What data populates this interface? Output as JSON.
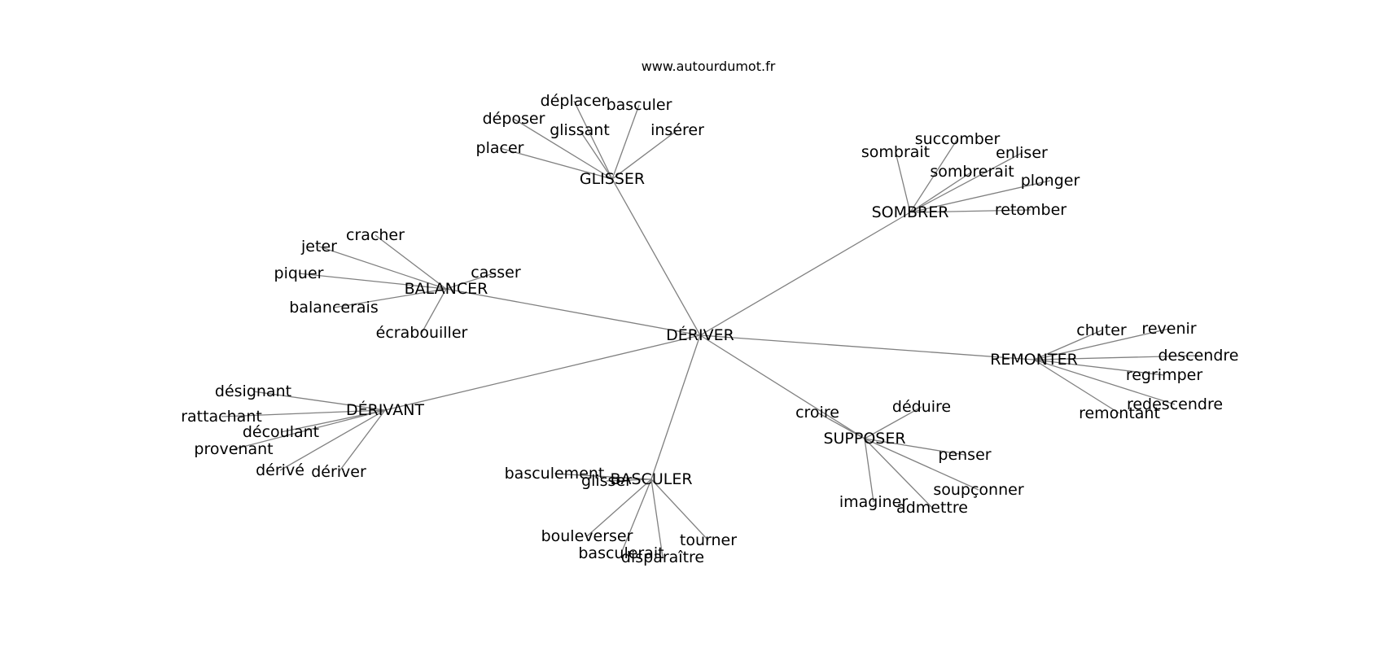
{
  "site_label": "www.autourdumot.fr",
  "edge_color": "#808080",
  "center": "DÉRIVER",
  "hubs": [
    {
      "label": "GLISSER",
      "leaves": [
        "déplacer",
        "basculer",
        "déposer",
        "glissant",
        "insérer",
        "placer"
      ]
    },
    {
      "label": "SOMBRER",
      "leaves": [
        "succomber",
        "sombrait",
        "enliser",
        "sombrerait",
        "plonger",
        "retomber"
      ]
    },
    {
      "label": "BALANCER",
      "leaves": [
        "cracher",
        "jeter",
        "casser",
        "piquer",
        "balancerais",
        "écrabouiller"
      ]
    },
    {
      "label": "REMONTER",
      "leaves": [
        "chuter",
        "revenir",
        "descendre",
        "regrimper",
        "redescendre",
        "remontant"
      ]
    },
    {
      "label": "DÉRIVANT",
      "leaves": [
        "désignant",
        "rattachant",
        "découlant",
        "provenant",
        "dérivé",
        "dériver"
      ]
    },
    {
      "label": "SUPPOSER",
      "leaves": [
        "croire",
        "déduire",
        "penser",
        "soupçonner",
        "imaginer",
        "admettre"
      ]
    },
    {
      "label": "BASCULER",
      "leaves": [
        "basculement",
        "glisser",
        "bouleverser",
        "tourner",
        "basculerait",
        "disparaître"
      ]
    }
  ]
}
